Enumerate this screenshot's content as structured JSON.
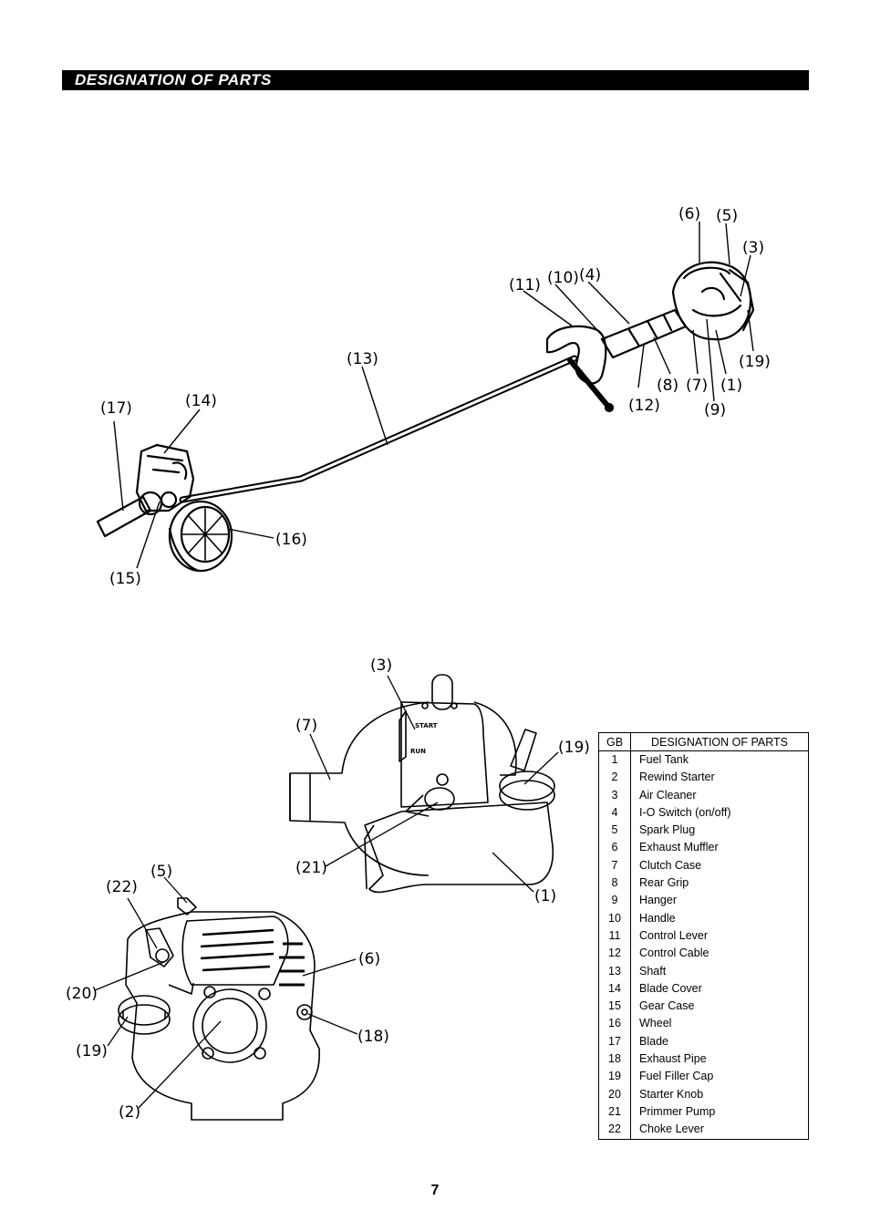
{
  "header": {
    "title": "DESIGNATION OF PARTS"
  },
  "figure1": {
    "callouts": [
      "(1)",
      "(3)",
      "(4)",
      "(5)",
      "(6)",
      "(7)",
      "(8)",
      "(9)",
      "(10)",
      "(11)",
      "(12)",
      "(13)",
      "(14)",
      "(15)",
      "(16)",
      "(17)",
      "(19)"
    ]
  },
  "figure2": {
    "callouts": [
      "(3)",
      "(7)",
      "(19)",
      "(21)",
      "(1)",
      "(5)",
      "(22)",
      "(6)",
      "(20)",
      "(18)",
      "(19)",
      "(2)"
    ],
    "switch_labels": [
      "START",
      "RUN"
    ]
  },
  "table": {
    "headers": [
      "GB",
      "DESIGNATION OF PARTS"
    ],
    "rows": [
      {
        "num": "1",
        "name": "Fuel Tank"
      },
      {
        "num": "2",
        "name": "Rewind Starter"
      },
      {
        "num": "3",
        "name": "Air Cleaner"
      },
      {
        "num": "4",
        "name": "I-O Switch (on/off)"
      },
      {
        "num": "5",
        "name": "Spark Plug"
      },
      {
        "num": "6",
        "name": "Exhaust Muffler"
      },
      {
        "num": "7",
        "name": "Clutch Case"
      },
      {
        "num": "8",
        "name": "Rear Grip"
      },
      {
        "num": "9",
        "name": "Hanger"
      },
      {
        "num": "10",
        "name": "Handle"
      },
      {
        "num": "11",
        "name": "Control Lever"
      },
      {
        "num": "12",
        "name": "Control Cable"
      },
      {
        "num": "13",
        "name": "Shaft"
      },
      {
        "num": "14",
        "name": "Blade Cover"
      },
      {
        "num": "15",
        "name": "Gear Case"
      },
      {
        "num": "16",
        "name": "Wheel"
      },
      {
        "num": "17",
        "name": "Blade"
      },
      {
        "num": "18",
        "name": "Exhaust Pipe"
      },
      {
        "num": "19",
        "name": "Fuel Filler Cap"
      },
      {
        "num": "20",
        "name": "Starter Knob"
      },
      {
        "num": "21",
        "name": "Primmer Pump"
      },
      {
        "num": "22",
        "name": "Choke Lever"
      }
    ]
  },
  "footer": {
    "page_number": "7"
  }
}
